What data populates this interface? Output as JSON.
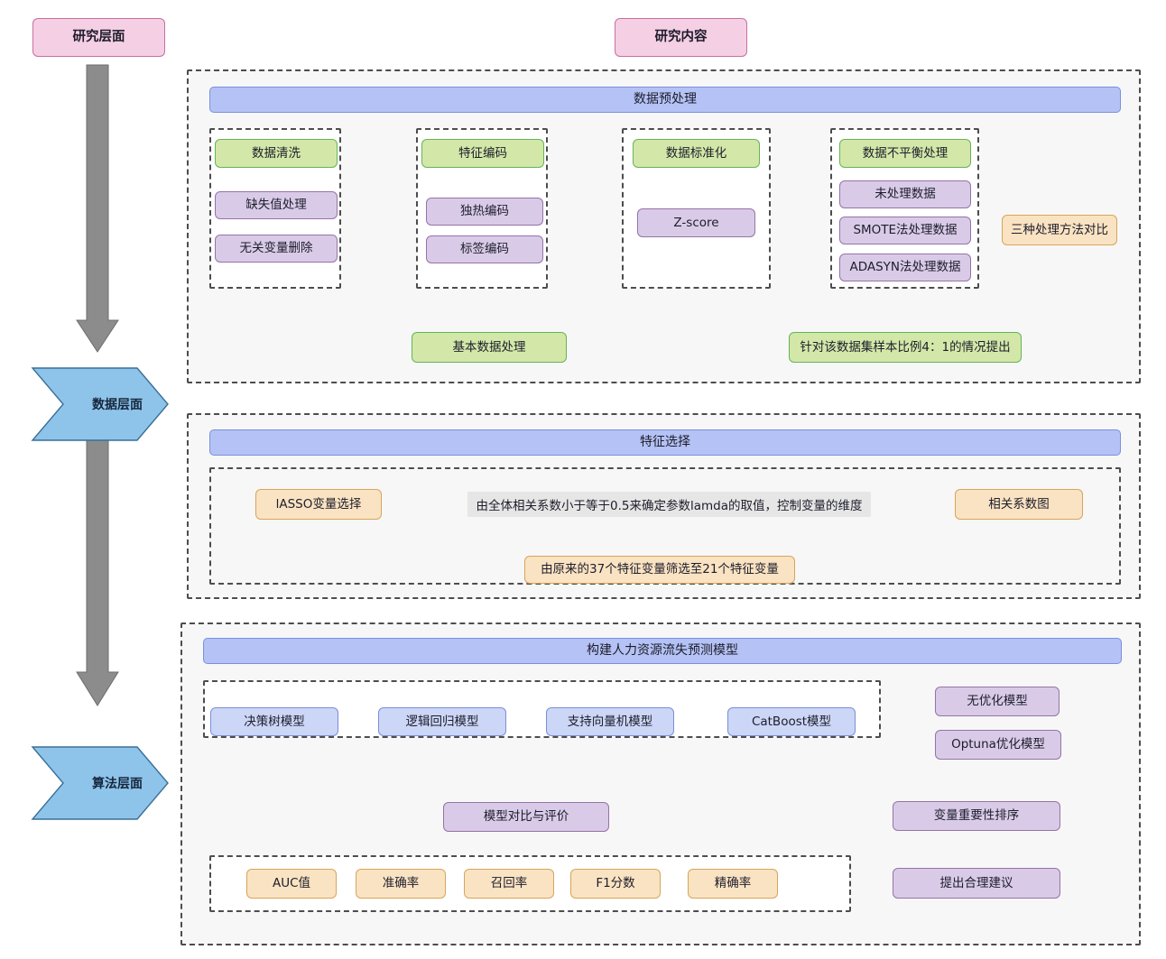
{
  "headers": {
    "research_level": "研究层面",
    "research_content": "研究内容"
  },
  "left_rail": {
    "stage_labels": [
      {
        "name": "data-level",
        "label": "数据层面"
      },
      {
        "name": "algorithm-level",
        "label": "算法层面"
      }
    ]
  },
  "sections": [
    {
      "id": "preprocessing",
      "title": "数据预处理",
      "groups": [
        {
          "id": "data-cleaning",
          "head": "数据清洗",
          "items": [
            "缺失值处理",
            "无关变量删除"
          ]
        },
        {
          "id": "feature-encoding",
          "head": "特征编码",
          "items": [
            "独热编码",
            "标签编码"
          ]
        },
        {
          "id": "standardization",
          "head": "数据标准化",
          "items": [
            "Z-score"
          ]
        },
        {
          "id": "imbalance",
          "head": "数据不平衡处理",
          "items": [
            "未处理数据",
            "SMOTE法处理数据",
            "ADASYN法处理数据"
          ]
        }
      ],
      "outputs": {
        "comparison": "三种处理方法对比",
        "basic_processing": "基本数据处理",
        "ratio_note": "针对该数据集样本比例4：1的情况提出"
      }
    },
    {
      "id": "feature-selection",
      "title": "特征选择",
      "left_node": "lASSO变量选择",
      "right_node": "相关系数图",
      "link_note": "由全体相关系数小于等于0.5来确定参数lamda的取值，控制变量的维度",
      "result": "由原来的37个特征变量筛选至21个特征变量"
    },
    {
      "id": "modeling",
      "title": "构建人力资源流失预测模型",
      "models": [
        "决策树模型",
        "逻辑回归模型",
        "支持向量机模型",
        "CatBoost模型"
      ],
      "optimization": [
        "无优化模型",
        "Optuna优化模型"
      ],
      "evaluation_node": "模型对比与评价",
      "importance_node": "变量重要性排序",
      "advice_node": "提出合理建议",
      "metrics": [
        "AUC值",
        "准确率",
        "召回率",
        "F1分数",
        "精确率"
      ]
    }
  ],
  "colors": {
    "pink": "#f5cfe3",
    "pink_border": "#c86fa4",
    "blue_bar": "#b4c2f5",
    "blue_bar_border": "#7b8fe0",
    "green": "#d3e8a8",
    "green_border": "#64b45a",
    "purple": "#d9cbe8",
    "purple_border": "#9673a6",
    "orange": "#fae3c2",
    "orange_border": "#d6a55c",
    "model_blue": "#ccd6f6",
    "model_blue_border": "#7b8fd6",
    "chevron": "#8fc4ea",
    "chevron_border": "#3a6f96",
    "grey_arrow": "#8c8c8c",
    "step_arrow": "#1a7cc4",
    "connector": "#2b2b3a",
    "dashed": "#4d4d4d",
    "panel_bg": "#f7f7f7"
  },
  "icons": {
    "step_arrow": "step-arrow-icon",
    "down_arrow": "down-arrow-icon",
    "chevron": "chevron-banner-icon"
  }
}
